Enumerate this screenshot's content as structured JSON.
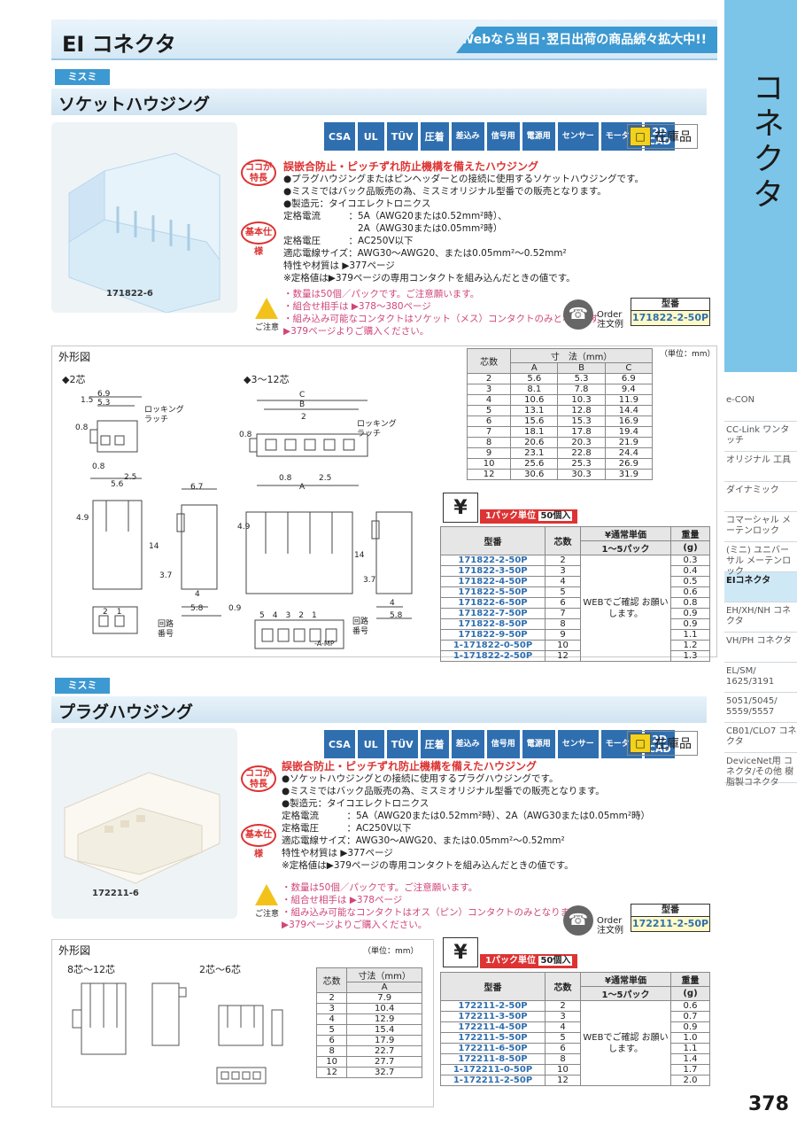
{
  "header": {
    "title": "EI コネクタ",
    "web_banner": "Webなら当日･翌日出荷の商品続々拡大中!!"
  },
  "side": {
    "vertical": "コネクタ",
    "nav": [
      "e-CON",
      "CC-Link ワンタッチ",
      "オリジナル 工具",
      "ダイナミック",
      "コマーシャル メーテンロック",
      "(ミニ) ユニバーサル メーテンロック",
      "EIコネクタ",
      "EH/XH/NH コネクタ",
      "VH/PH コネクタ",
      "EL/SM/ 1625/3191",
      "5051/5045/ 5559/5557",
      "CB01/CLO7 コネクタ",
      "DeviceNet用 コネクタ/その他 樹脂製コネクタ"
    ]
  },
  "page_number": "378",
  "certs": [
    "CSA",
    "UL",
    "TÜV",
    "圧着",
    "差込み",
    "信号用",
    "電源用",
    "センサー",
    "モーター",
    "2D CAD"
  ],
  "stock_label": "在庫品",
  "section1": {
    "maker": "ミスミ",
    "title": "ソケットハウジング",
    "photo_label": "171822-6",
    "feature_oval": "ココが 特長",
    "spec_oval": "基本仕様",
    "feature_head": "誤嵌合防止・ピッチずれ防止機構を備えたハウジング",
    "lines": [
      "●プラグハウジングまたはピンヘッダーとの接続に使用するソケットハウジングです。",
      "●ミスミではバック品販売の為、ミスミオリジナル型番での販売となります。",
      "●製造元：タイコエレクトロニクス",
      "定格電流　　　：5A（AWG20または0.52mm²時）、",
      "　　　　　　　　2A（AWG30または0.05mm²時）",
      "定格電圧　　　：AC250V以下",
      "適応電線サイズ：AWG30～AWG20、または0.05mm²～0.52mm²",
      "特性や材質は ▶377ページ",
      "※定格値は▶379ページの専用コンタクトを組み込んだときの値です。"
    ],
    "cautions": [
      "・数量は50個／パックです。ご注意願います。",
      "・組合せ相手は ▶378～380ページ",
      "・組み込み可能なコンタクトはソケット（メス）コンタクトのみとなります。",
      "▶379ページよりご購入ください。"
    ],
    "caution_label": "ご注意",
    "order_label": "Order 注文例",
    "order_head": "型番",
    "order_value": "171822-2-50P",
    "drawing_title": "外形図",
    "draw_2": "◆2芯",
    "draw_312": "◆3～12芯",
    "locking": "ロッキング ラッチ",
    "circuit": "回路 番号",
    "amp": "-A-MP",
    "dims_2": [
      "6.9",
      "5.3",
      "1.5",
      "0.8",
      "0.8",
      "2.5",
      "5.6",
      "6.7",
      "4.9",
      "14",
      "3.7",
      "4",
      "5.8",
      "0.9"
    ],
    "dims_312": [
      "C",
      "B",
      "2",
      "0.8",
      "0.8",
      "2.5",
      "A",
      "4.9",
      "14",
      "3.7",
      "4",
      "5.8"
    ],
    "pins": [
      "5",
      "4",
      "3",
      "2",
      "1"
    ],
    "pins2": [
      "2",
      "1"
    ],
    "unit": "（単位：mm）",
    "dim_table": {
      "headers": [
        "芯数",
        "寸　法（mm）",
        "A",
        "B",
        "C"
      ],
      "rows": [
        [
          "2",
          "5.6",
          "5.3",
          "6.9"
        ],
        [
          "3",
          "8.1",
          "7.8",
          "9.4"
        ],
        [
          "4",
          "10.6",
          "10.3",
          "11.9"
        ],
        [
          "5",
          "13.1",
          "12.8",
          "14.4"
        ],
        [
          "6",
          "15.6",
          "15.3",
          "16.9"
        ],
        [
          "7",
          "18.1",
          "17.8",
          "19.4"
        ],
        [
          "8",
          "20.6",
          "20.3",
          "21.9"
        ],
        [
          "9",
          "23.1",
          "22.8",
          "24.4"
        ],
        [
          "10",
          "25.6",
          "25.3",
          "26.9"
        ],
        [
          "12",
          "30.6",
          "30.3",
          "31.9"
        ]
      ]
    },
    "pack": "1パック単位",
    "pack_qty": "50個入",
    "price_headers": [
      "型番",
      "芯数",
      "¥通常単価",
      "1～5パック",
      "重量",
      "(g)"
    ],
    "price_note": "WEBでご確認 お願いします。",
    "price_rows": [
      [
        "171822-2-50P",
        "2",
        "0.3"
      ],
      [
        "171822-3-50P",
        "3",
        "0.4"
      ],
      [
        "171822-4-50P",
        "4",
        "0.5"
      ],
      [
        "171822-5-50P",
        "5",
        "0.6"
      ],
      [
        "171822-6-50P",
        "6",
        "0.8"
      ],
      [
        "171822-7-50P",
        "7",
        "0.9"
      ],
      [
        "171822-8-50P",
        "8",
        "0.9"
      ],
      [
        "171822-9-50P",
        "9",
        "1.1"
      ],
      [
        "1-171822-0-50P",
        "10",
        "1.2"
      ],
      [
        "1-171822-2-50P",
        "12",
        "1.3"
      ]
    ]
  },
  "section2": {
    "maker": "ミスミ",
    "title": "プラグハウジング",
    "photo_label": "172211-6",
    "feature_head": "誤嵌合防止・ピッチずれ防止機構を備えたハウジング",
    "lines": [
      "●ソケットハウジングとの接続に使用するプラグハウジングです。",
      "●ミスミではバック品販売の為、ミスミオリジナル型番での販売となります。",
      "●製造元：タイコエレクトロニクス",
      "定格電流　　　：5A（AWG20または0.52mm²時）、2A（AWG30または0.05mm²時）",
      "定格電圧　　　：AC250V以下",
      "適応電線サイズ：AWG30～AWG20、または0.05mm²～0.52mm²",
      "特性や材質は ▶377ページ",
      "※定格値は▶379ページの専用コンタクトを組み込んだときの値です。"
    ],
    "cautions": [
      "・数量は50個／パックです。ご注意願います。",
      "・組合せ相手は ▶378ページ",
      "・組み込み可能なコンタクトはオス（ピン）コンタクトのみとなります。",
      "▶379ページよりご購入ください。"
    ],
    "order_value": "172211-2-50P",
    "drawing_title": "外形図",
    "draw_812": "8芯～12芯",
    "draw_26": "2芯～6芯",
    "unit": "（単位：mm）",
    "dim_table": {
      "headers": [
        "芯数",
        "寸法（mm）",
        "A"
      ],
      "rows": [
        [
          "2",
          "7.9"
        ],
        [
          "3",
          "10.4"
        ],
        [
          "4",
          "12.9"
        ],
        [
          "5",
          "15.4"
        ],
        [
          "6",
          "17.9"
        ],
        [
          "8",
          "22.7"
        ],
        [
          "10",
          "27.7"
        ],
        [
          "12",
          "32.7"
        ]
      ]
    },
    "price_rows": [
      [
        "172211-2-50P",
        "2",
        "0.6"
      ],
      [
        "172211-3-50P",
        "3",
        "0.7"
      ],
      [
        "172211-4-50P",
        "4",
        "0.9"
      ],
      [
        "172211-5-50P",
        "5",
        "1.0"
      ],
      [
        "172211-6-50P",
        "6",
        "1.1"
      ],
      [
        "172211-8-50P",
        "8",
        "1.4"
      ],
      [
        "1-172211-0-50P",
        "10",
        "1.7"
      ],
      [
        "1-172211-2-50P",
        "12",
        "2.0"
      ]
    ]
  }
}
